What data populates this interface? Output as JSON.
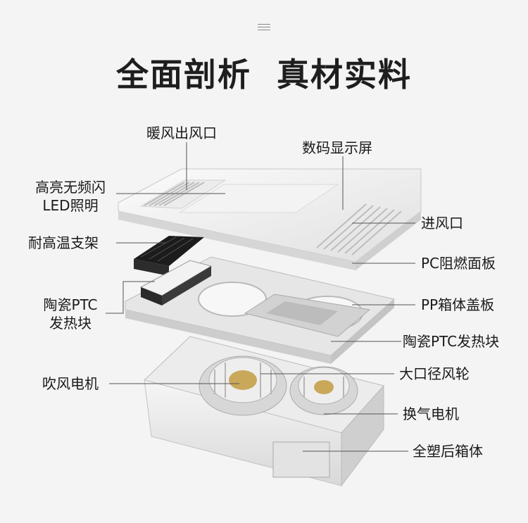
{
  "title": "全面剖析  真材实料",
  "labels": {
    "warm_outlet": "暖风出风口",
    "display": "数码显示屏",
    "led_line1": "高亮无频闪",
    "led_line2": "LED照明",
    "inlet": "进风口",
    "bracket": "耐高温支架",
    "pc_panel": "PC阻燃面板",
    "ptc_left_line1": "陶瓷PTC",
    "ptc_left_line2": "发热块",
    "pp_cover": "PP箱体盖板",
    "ptc_right": "陶瓷PTC发热块",
    "fan_wheel": "大口径风轮",
    "blower_motor": "吹风电机",
    "vent_motor": "换气电机",
    "housing": "全塑后箱体"
  },
  "colors": {
    "background": "#f4f4f4",
    "line": "#555555",
    "panel": "#e9e9e9",
    "dark_part": "#1c1c1c"
  }
}
